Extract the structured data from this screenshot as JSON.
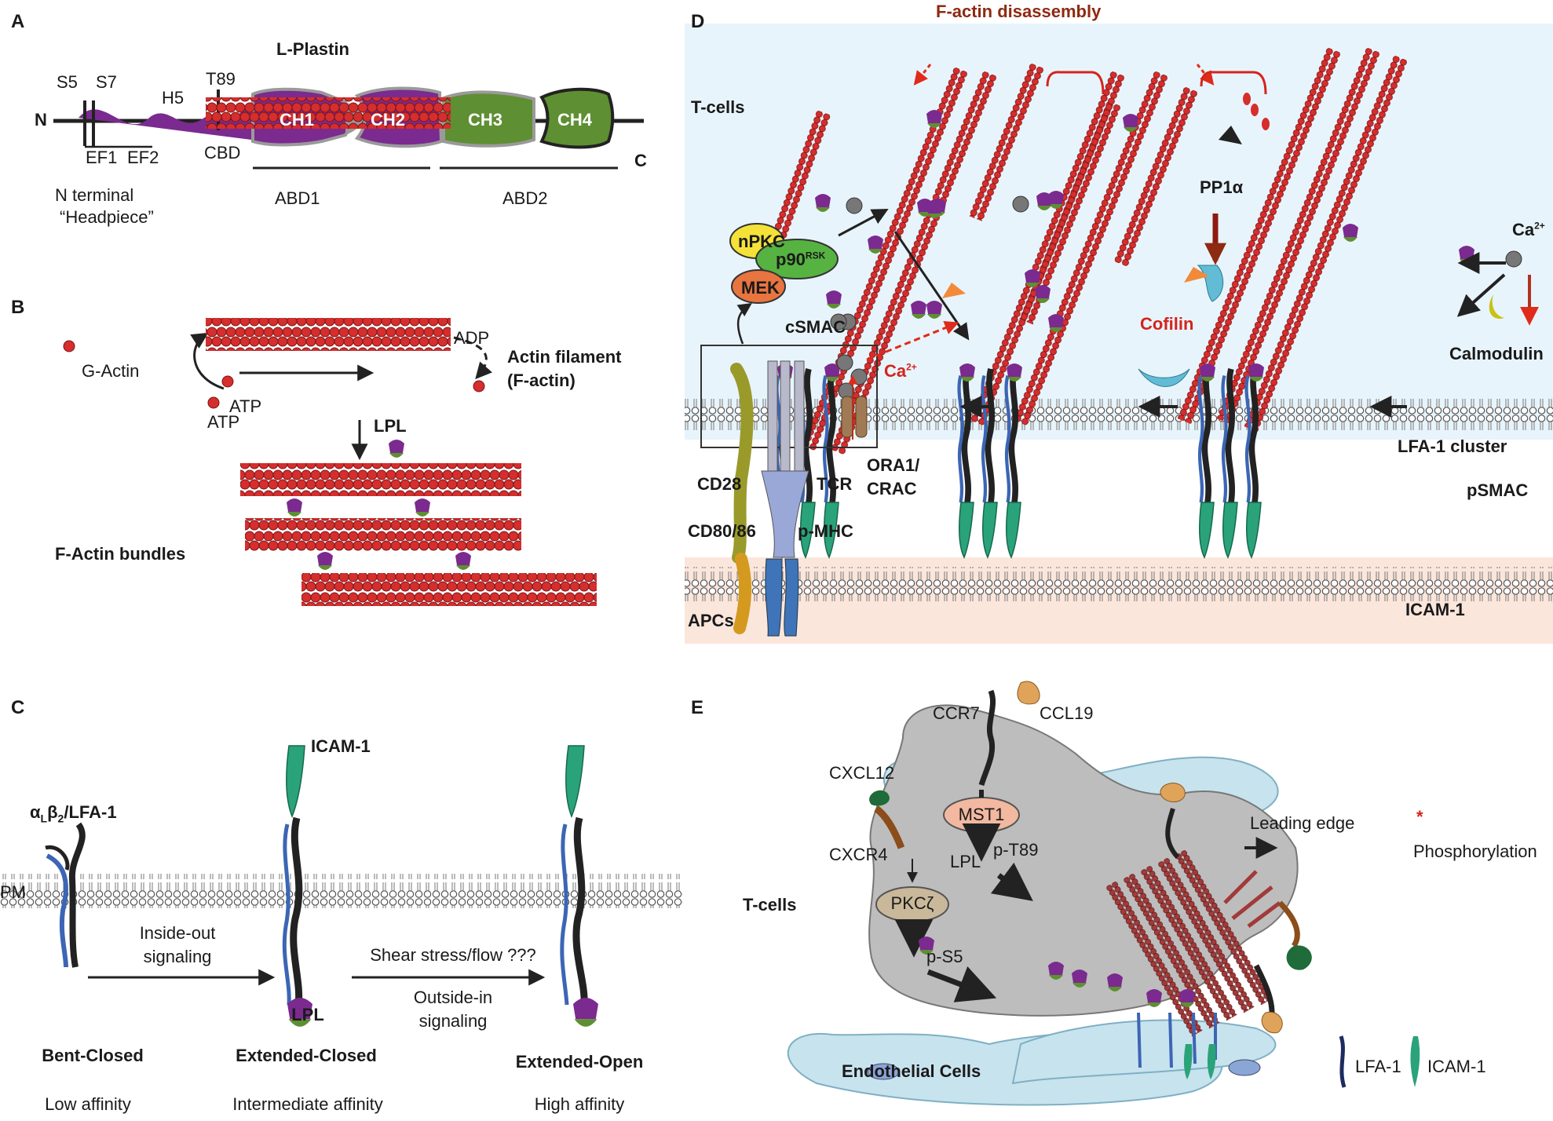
{
  "colors": {
    "actin_red": "#d62d2d",
    "lpl_purple": "#7b2a8f",
    "ch_green": "#5e8f32",
    "lfa_blue": "#3c65b4",
    "icam_teal": "#2aa37a",
    "panel_d_bg": "#e8f4fb",
    "apc_bg": "#fbe6dc",
    "tcell_grey": "#bdbdbd",
    "endothelial_blue": "#c7e3ee",
    "mst1_fill": "#f2b8a0",
    "pkc_fill": "#c9b99a",
    "npkc_yellow": "#f4e238",
    "p90_green": "#56b341",
    "mek_orange": "#e8743f",
    "cofilin_blue": "#62bcd6",
    "calmodulin_yellow": "#c8c214"
  },
  "panel_a": {
    "letter": "A",
    "title": "L-Plastin",
    "labels": {
      "n": "N",
      "c": "C",
      "s5": "S5",
      "s7": "S7",
      "h5": "H5",
      "t89": "T89",
      "ef1": "EF1",
      "ef2": "EF2",
      "cbd": "CBD",
      "ch1": "CH1",
      "ch2": "CH2",
      "ch3": "CH3",
      "ch4": "CH4",
      "headpiece_1": "N terminal",
      "headpiece_2": "“Headpiece”",
      "abd1": "ABD1",
      "abd2": "ABD2"
    }
  },
  "panel_b": {
    "letter": "B",
    "g_actin": "G-Actin",
    "adp": "ADP",
    "atp1": "ATP",
    "atp2": "ATP",
    "filament_1": "Actin filament",
    "filament_2": "(F-actin)",
    "lpl": "LPL",
    "bundles": "F-Actin bundles"
  },
  "panel_c": {
    "letter": "C",
    "lfa1_prefix": "α",
    "lfa1_sub1": "L",
    "lfa1_mid": "β",
    "lfa1_sub2": "2",
    "lfa1_suffix": "/LFA-1",
    "pm": "PM",
    "icam1": "ICAM-1",
    "inside_out_1": "Inside-out",
    "inside_out_2": "signaling",
    "shear": "Shear stress/flow ???",
    "outside_in_1": "Outside-in",
    "outside_in_2": "signaling",
    "lpl": "LPL",
    "states": [
      {
        "name": "Bent-Closed",
        "affinity": "Low affinity"
      },
      {
        "name": "Extended-Closed",
        "affinity": "Intermediate affinity"
      },
      {
        "name": "Extended-Open",
        "affinity": "High affinity"
      }
    ]
  },
  "panel_d": {
    "letter": "D",
    "t_cells": "T-cells",
    "apcs": "APCs",
    "f_actin_disassembly": "F-actin disassembly",
    "npkc": "nPKC",
    "p90": "p90",
    "p90_sup": "RSK",
    "mek": "MEK",
    "csmac": "cSMAC",
    "ca_inner": "Ca",
    "ca_sup": "2+",
    "ca_right": "Ca",
    "ca_right_sup": "2+",
    "pp1a": "PP1α",
    "cofilin": "Cofilin",
    "calmodulin": "Calmodulin",
    "cd28": "CD28",
    "cd80_86": "CD80/86",
    "tcr": "TCR",
    "p_mhc": "p-MHC",
    "ora1_1": "ORA1/",
    "ora1_2": "CRAC",
    "lfa1_cluster": "LFA-1 cluster",
    "psmac": "pSMAC",
    "icam1": "ICAM-1"
  },
  "panel_e": {
    "letter": "E",
    "ccr7": "CCR7",
    "ccl19": "CCL19",
    "cxcl12": "CXCL12",
    "cxcr4": "CXCR4",
    "mst1": "MST1",
    "lpl": "LPL",
    "p_t89": "p-T89",
    "pkc": "PKCζ",
    "p_s5": "p-S5",
    "t_cells": "T-cells",
    "leading_edge": "Leading edge",
    "asterisk": "*",
    "phosphorylation": "Phosphorylation",
    "endothelial": "Endothelial Cells",
    "legend_lfa1": "LFA-1",
    "legend_icam1": "ICAM-1"
  }
}
